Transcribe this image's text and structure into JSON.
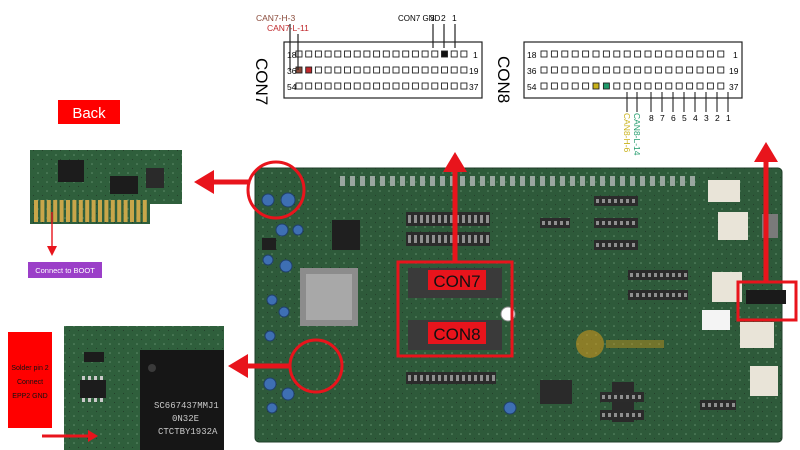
{
  "con7": {
    "title": "CON7",
    "row_labels_left": [
      "18",
      "36",
      "54"
    ],
    "row_labels_right": [
      "1",
      "19",
      "37"
    ],
    "pin_numbers": [
      "3",
      "2",
      "1"
    ],
    "gnd_label": "CON7 GND",
    "can_h_label": "CAN7-H-3",
    "can_l_label": "CAN7-L-11"
  },
  "con8": {
    "title": "CON8",
    "row_labels_left": [
      "18",
      "36",
      "54"
    ],
    "row_labels_right": [
      "1",
      "19",
      "37"
    ],
    "pin_numbers": [
      "8",
      "7",
      "6",
      "5",
      "4",
      "3",
      "2",
      "1"
    ],
    "can_h_label": "CAN8-H-6",
    "can_l_label": "CAN8-L-14"
  },
  "back_label": "Back",
  "boot_label": "Connect to BOOT",
  "solder_note": [
    "Solder pin 2",
    "Connect",
    "EPP2 GND"
  ],
  "board_labels": {
    "con7": "CON7",
    "con8": "CON8"
  },
  "chip_marking": [
    "SC667437MMJ1",
    "0N32E",
    "CTCTBY1932A"
  ],
  "colors": {
    "arrow_red": "#e8141c",
    "back_box": "#ff0000",
    "boot_box": "#9b3fc8",
    "pcb_green": "#2e5a3a",
    "can7_h": "#8a4a3a",
    "can7_l": "#c0282c",
    "can8_h": "#c9b21a",
    "can8_l": "#1f9a6a"
  }
}
